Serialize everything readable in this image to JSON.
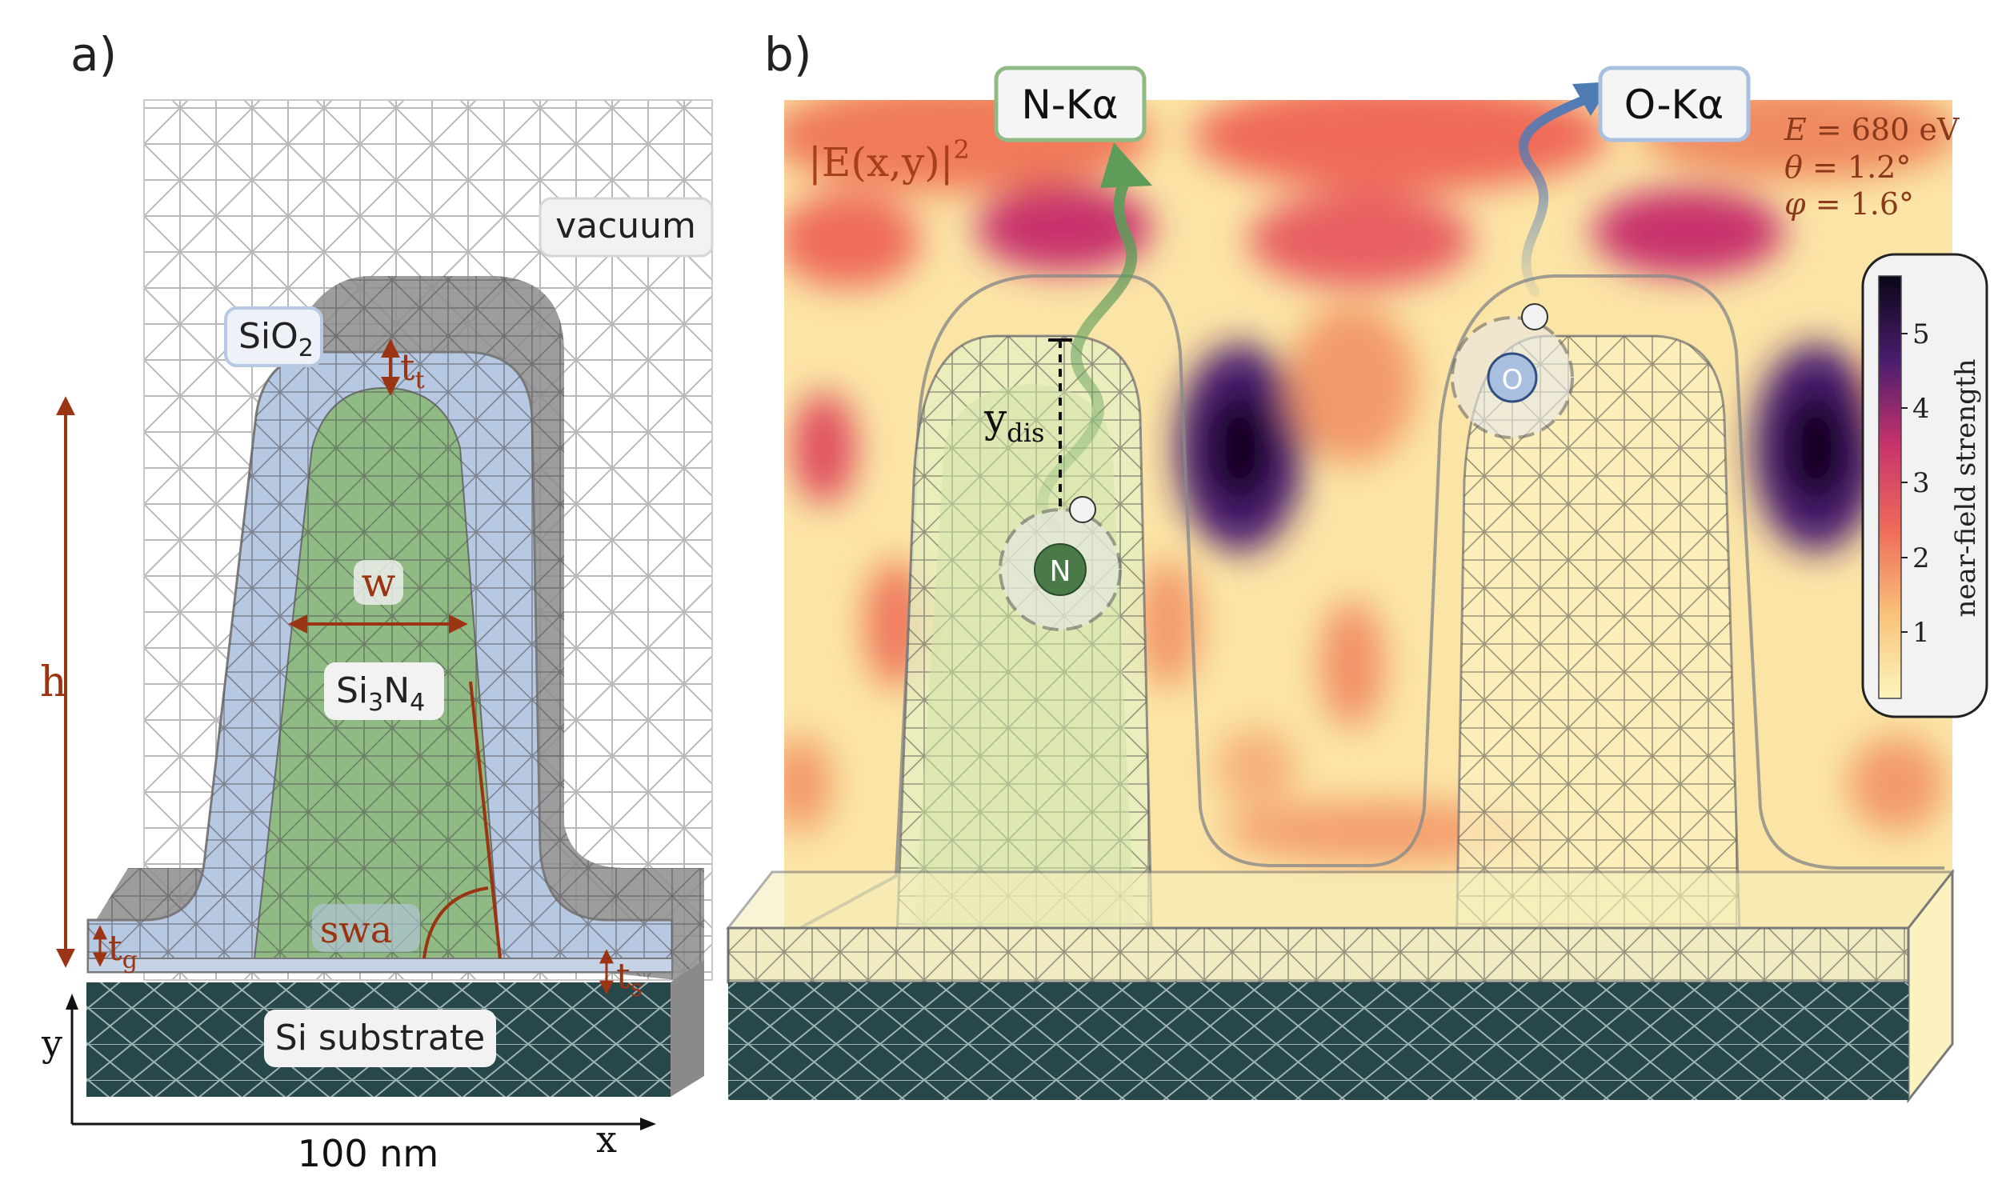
{
  "panel_a": {
    "label": "a)",
    "materials": {
      "vacuum": "vacuum",
      "sio2": "SiO",
      "sio2_sub": "2",
      "si3n4_a": "Si",
      "si3n4_sub1": "3",
      "si3n4_b": "N",
      "si3n4_sub2": "4",
      "substrate": "Si substrate"
    },
    "dimensions": {
      "h": "h",
      "w": "w",
      "swa": "swa",
      "tt": "t",
      "tt_sub": "t",
      "tg": "t",
      "tg_sub": "g",
      "ts": "t",
      "ts_sub": "s"
    },
    "axes": {
      "x": "x",
      "y": "y",
      "scale": "100 nm"
    }
  },
  "panel_b": {
    "label": "b)",
    "field": "|E(x,y)|",
    "field_exp": "2",
    "params": {
      "energy_sym": "E",
      "energy_val": " = 680 eV",
      "theta_sym": "θ",
      "theta_val": " = 1.2°",
      "phi_sym": "φ",
      "phi_val": " = 1.6°"
    },
    "emission": {
      "n_line": "N-Kα",
      "o_line": "O-Kα",
      "n_atom": "N",
      "o_atom": "O",
      "ydis": "y",
      "ydis_sub": "dis"
    },
    "colorbar": {
      "label": "near-field strength",
      "ticks": [
        "1",
        "2",
        "3",
        "4",
        "5"
      ]
    }
  },
  "colors": {
    "dim_color": "#9a3412",
    "sio2": "#b7c8e3",
    "si3n4": "#8fba84",
    "substrate": "#27474a",
    "n_arrow": "#5e9c5a",
    "o_arrow": "#4f7bb5"
  }
}
